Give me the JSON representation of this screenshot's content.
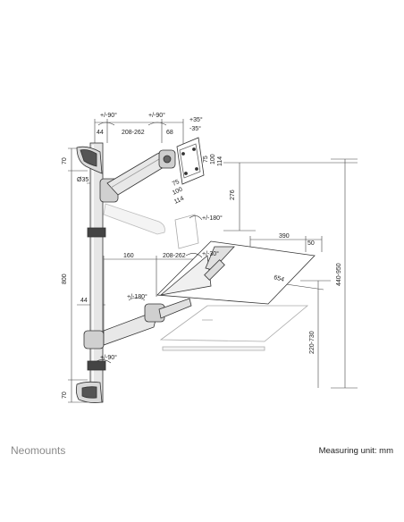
{
  "brand": "Neomounts",
  "measuring_unit": "Measuring unit: mm",
  "dims": {
    "top_rot_left": "+/-90°",
    "top_rot_right": "+/-90°",
    "d44_top": "44",
    "d208_top": "208-262",
    "d68": "68",
    "tilt_up": "+35°",
    "tilt_down": "-35°",
    "d70_top": "70",
    "d35": "Ø35",
    "d75a": "75",
    "d100a": "100",
    "d114a": "114",
    "d75b": "75",
    "d100b": "100",
    "d114b": "114",
    "d276": "276",
    "rot180_monitor": "+/-180°",
    "d390": "390",
    "d50": "50",
    "d160": "160",
    "d208_bottom": "208-262",
    "tilt30": "+/-30°",
    "d800": "800",
    "d654": "654",
    "d440": "440-950",
    "d44_bottom": "44",
    "rot180_tray": "+/-180°",
    "d220": "220-730",
    "rot90_bottom": "+/-90°",
    "d70_bottom": "70"
  }
}
